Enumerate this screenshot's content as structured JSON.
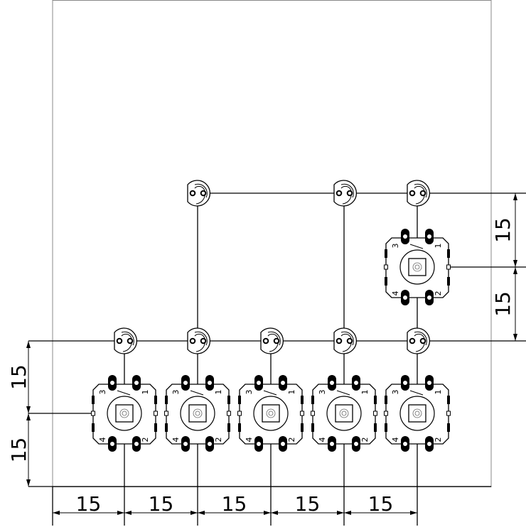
{
  "colors": {
    "line": "#000000",
    "board": "#888888",
    "background": "#ffffff"
  },
  "switch_pins": [
    "3",
    "1",
    "4",
    "2"
  ],
  "dimensions": {
    "bottom": [
      "15",
      "15",
      "15",
      "15",
      "15"
    ],
    "left": [
      "15",
      "15"
    ],
    "right": [
      "15",
      "15"
    ]
  },
  "components": {
    "switches": 6,
    "leds": 8
  }
}
